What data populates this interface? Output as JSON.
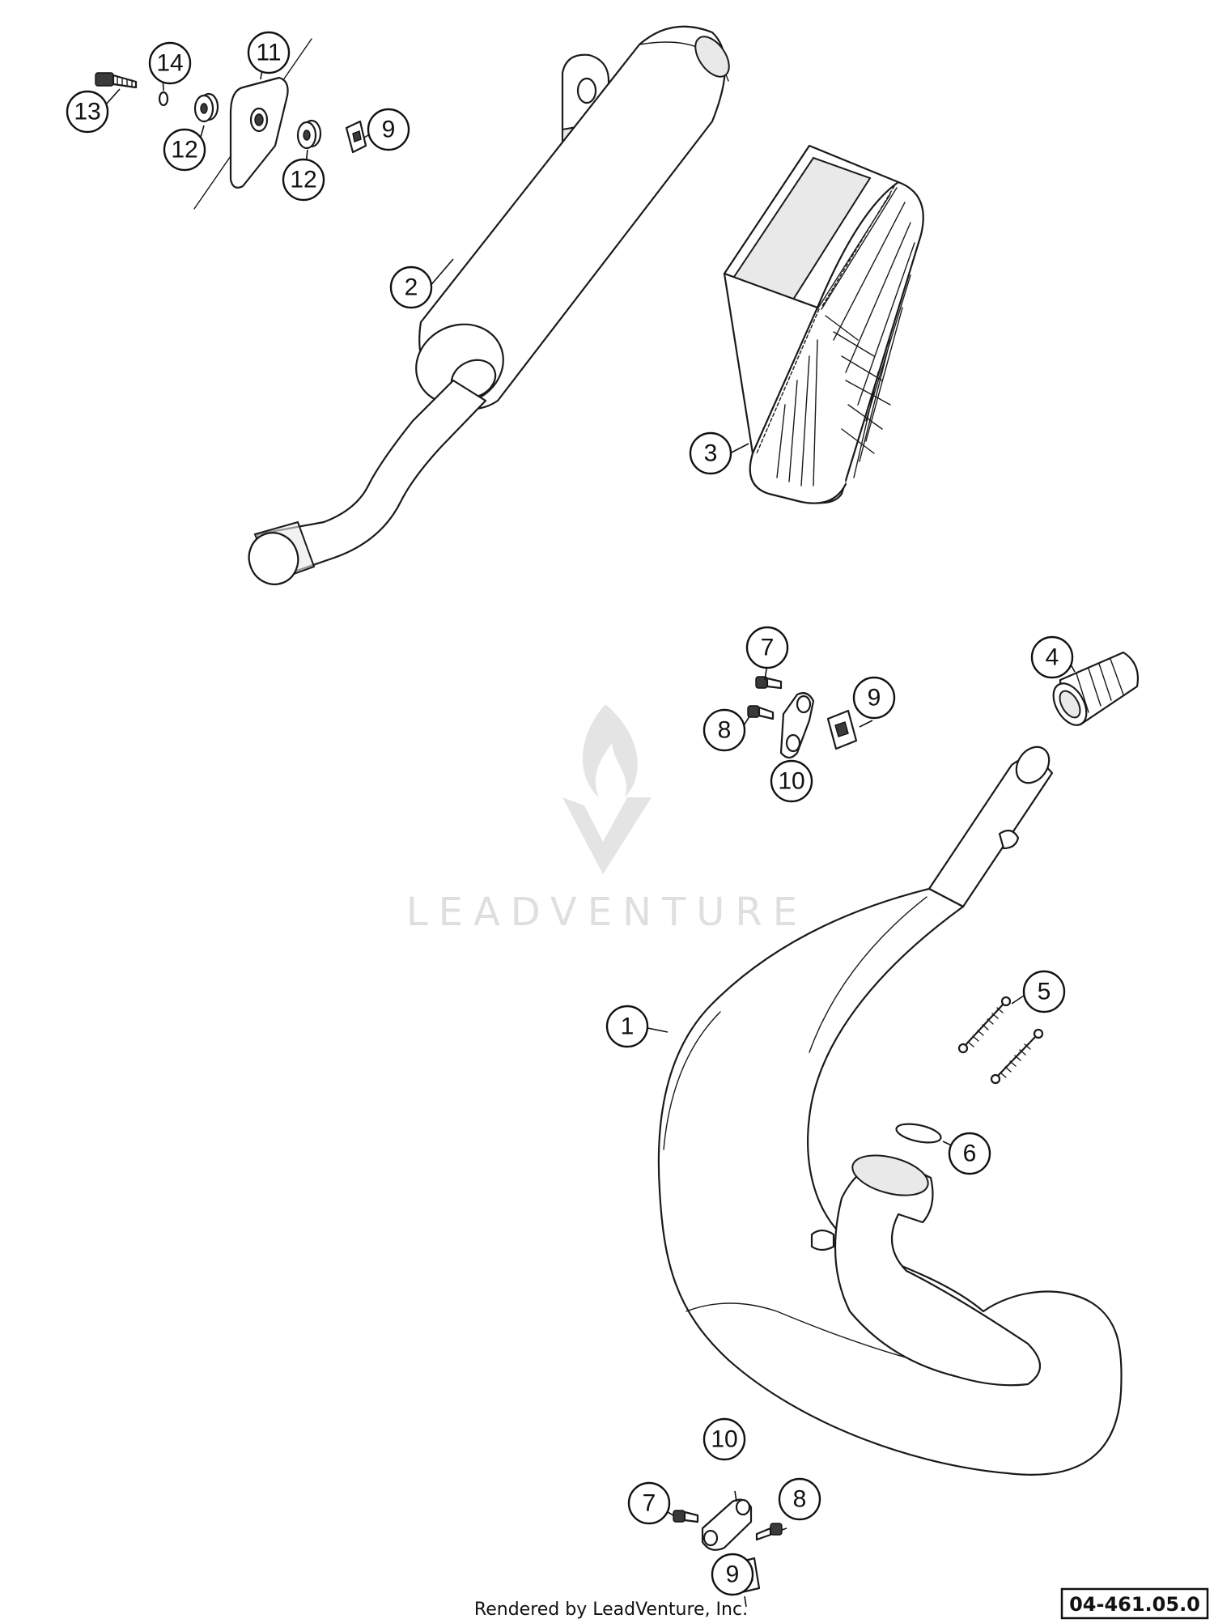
{
  "callouts": {
    "c1": "1",
    "c2": "2",
    "c3": "3",
    "c4": "4",
    "c5": "5",
    "c6": "6",
    "c7a": "7",
    "c7b": "7",
    "c8a": "8",
    "c8b": "8",
    "c9a": "9",
    "c9b": "9",
    "c9c": "9",
    "c10a": "10",
    "c10b": "10",
    "c11": "11",
    "c12a": "12",
    "c12b": "12",
    "c13": "13",
    "c14": "14"
  },
  "watermark": {
    "text": "LEADVENTURE"
  },
  "footer": {
    "credit": "Rendered by LeadVenture, Inc.",
    "reference": "04-461.05.0"
  },
  "colors": {
    "line": "#1a1a1a",
    "watermark": "#c4c4c4",
    "background": "#ffffff"
  }
}
